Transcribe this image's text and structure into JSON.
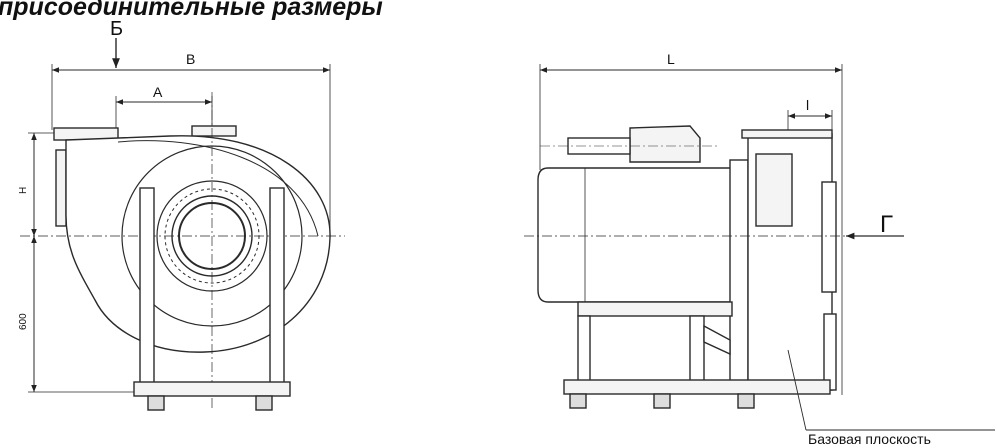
{
  "title": "присоединительные размеры",
  "labels": {
    "view_b": "Б",
    "dim_b": "В",
    "dim_a": "А",
    "dim_h": "Н",
    "dim_600": "600",
    "dim_l": "L",
    "dim_small_l": "l",
    "view_g": "Г",
    "base_plane": "Базовая плоскость"
  },
  "colors": {
    "line": "#2a2a2a",
    "thin": "#555555",
    "fill": "#f4f4f4"
  }
}
